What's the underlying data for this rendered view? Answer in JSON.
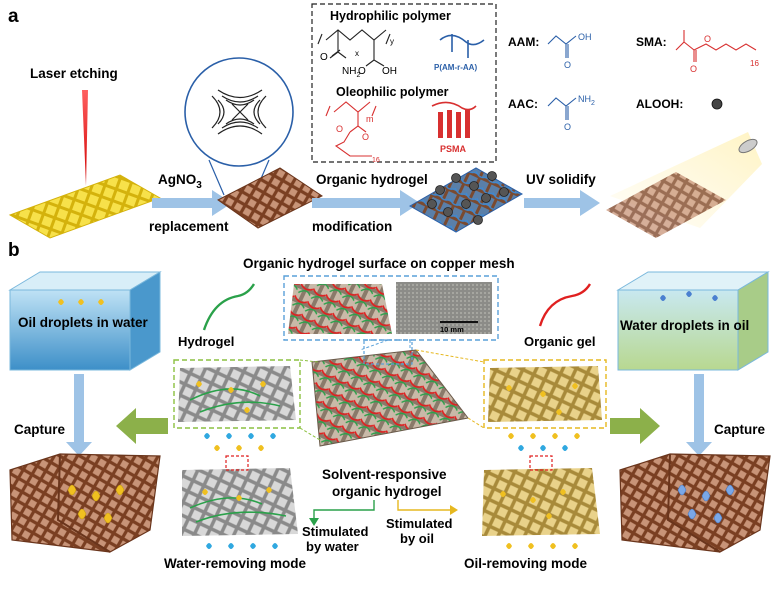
{
  "panel_a": {
    "label": "a",
    "laser": "Laser etching",
    "agno3_main": "AgNO",
    "agno3_sub": "3",
    "replacement": "replacement",
    "organic_hydrogel": "Organic   hydrogel",
    "modification": "modification",
    "uv": "UV solidify",
    "box": {
      "hydrophilic_title": "Hydrophilic polymer",
      "sub_x": "x",
      "sub_y": "y",
      "nh2": "NH",
      "nh2_sub": "2",
      "oh": "OH",
      "o1": "O",
      "o2": "O",
      "pam": "P(AM-r-AA)",
      "oleophilic_title": "Oleophilic polymer",
      "m": "m",
      "o3": "O",
      "o4": "O",
      "sub16": "16",
      "psma": "PSMA"
    },
    "legend": {
      "aam": "AAM:",
      "aac": "AAC:",
      "sma": "SMA:",
      "alooh": "ALOOH:",
      "aam_oh": "OH",
      "aam_o": "O",
      "aac_nh2": "NH",
      "aac_nh2_sub": "2",
      "aac_o": "O",
      "sma_o1": "O",
      "sma_o2": "O",
      "sma_16": "16"
    }
  },
  "panel_b": {
    "label": "b",
    "title": "Organic hydrogel surface on copper mesh",
    "oil_in_water": "Oil droplets in water",
    "water_in_oil": "Water droplets in oil",
    "hydrogel": "Hydrogel",
    "organic_gel": "Organic gel",
    "scale": "10 mm",
    "capture_left": "Capture",
    "capture_right": "Capture",
    "solvent_line1": "Solvent-responsive",
    "solvent_line2": "organic hydrogel",
    "stim_water_1": "Stimulated",
    "stim_water_2": "by water",
    "stim_oil_1": "Stimulated",
    "stim_oil_2": "by oil",
    "water_mode": "Water-removing mode",
    "oil_mode": "Oil-removing mode"
  },
  "colors": {
    "copper": "#9a5a3a",
    "yellow_mesh": "#f2d21b",
    "laser": "#e01010",
    "arrow_blue": "#9ec3e6",
    "arrow_green": "#8cb04a",
    "hydrogel_green": "#2aa14a",
    "organic_red": "#e02020",
    "polymer_blue": "#2a5fa8",
    "polymer_red": "#d83030",
    "dash_blue": "#5aa0d8",
    "dash_green": "#8cc040",
    "dash_yellow": "#e6b820"
  }
}
